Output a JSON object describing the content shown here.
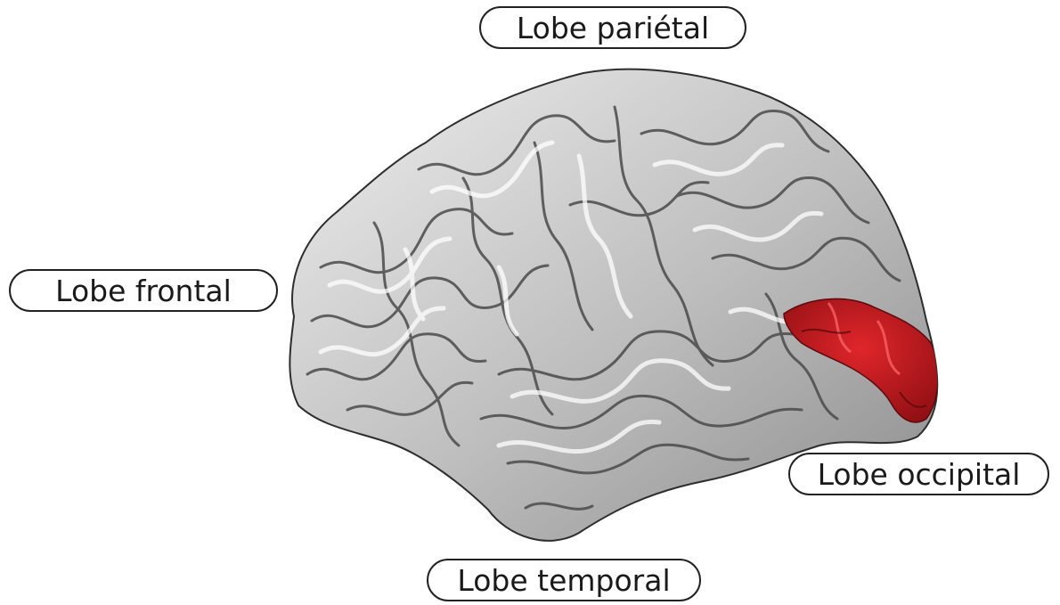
{
  "labels": {
    "parietal": "Lobe pariétal",
    "frontal": "Lobe frontal",
    "occipital": "Lobe occipital",
    "temporal": "Lobe temporal"
  },
  "colors": {
    "cortex_light": "#e6e6e6",
    "cortex_mid": "#a9a9a9",
    "cortex_dark": "#3a3a3a",
    "highlight": "#c4161c",
    "label_border": "#222222"
  },
  "highlighted_region": "occipital"
}
